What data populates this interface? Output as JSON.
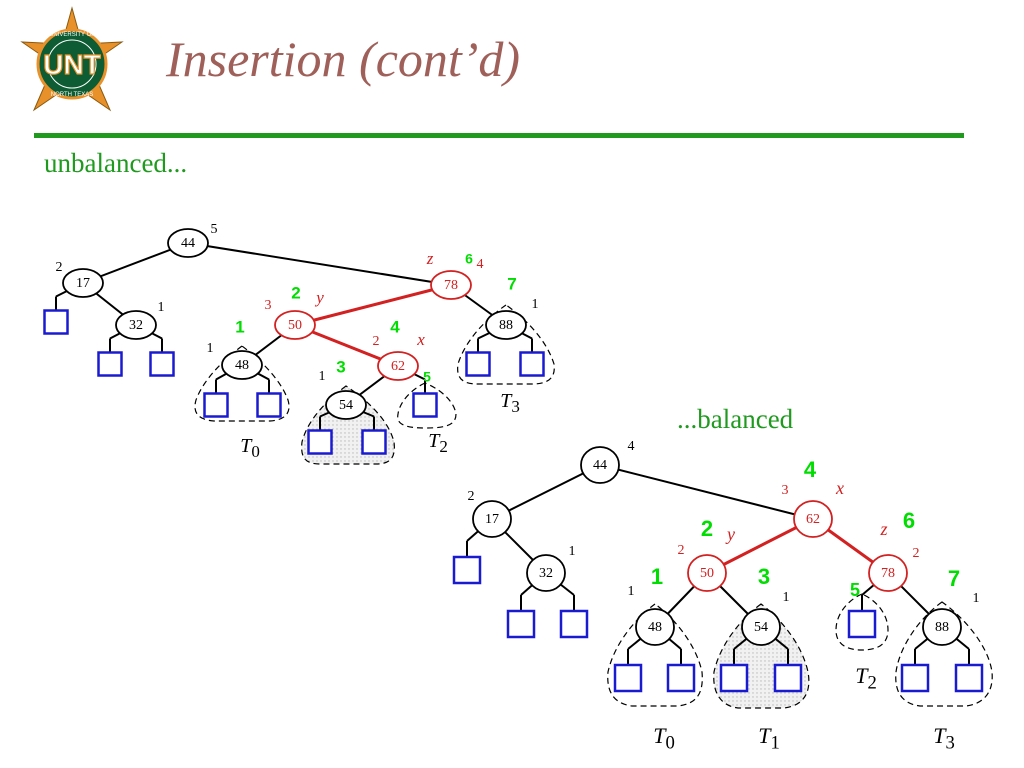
{
  "slide": {
    "title": "Insertion (cont’d)",
    "logo_text": "UNT",
    "ring_text_top": "UNIVERSITY OF",
    "ring_text_bottom": "NORTH TEXAS",
    "caption_unbalanced": "unbalanced...",
    "caption_balanced": "...balanced"
  },
  "colors": {
    "title": "#a0605a",
    "rule": "#1f9a1f",
    "caption": "#1f9a1f",
    "highlight": "#d32020",
    "green_number": "#00dd00",
    "external_node": "#1a1ad0",
    "logo_green": "#0d5c33",
    "logo_orange": "#e8912a"
  },
  "diagrams": {
    "unbalanced": {
      "nodes": [
        {
          "id": "n44",
          "key": "44",
          "height": "5"
        },
        {
          "id": "n17",
          "key": "17",
          "height": "2"
        },
        {
          "id": "n78",
          "key": "78",
          "height": "4",
          "highlight": true,
          "var": "z",
          "order": "6"
        },
        {
          "id": "n32",
          "key": "32",
          "height": "1"
        },
        {
          "id": "n50",
          "key": "50",
          "height": "3",
          "highlight": true,
          "var": "y",
          "order": "2"
        },
        {
          "id": "n88",
          "key": "88",
          "height": "1",
          "order": "7"
        },
        {
          "id": "n48",
          "key": "48",
          "height": "1",
          "order": "1"
        },
        {
          "id": "n62",
          "key": "62",
          "height": "2",
          "highlight": true,
          "var": "x",
          "order": "4"
        },
        {
          "id": "n54",
          "key": "54",
          "height": "1",
          "order": "3"
        }
      ],
      "edges": [
        [
          "n44",
          "n17"
        ],
        [
          "n44",
          "n78"
        ],
        [
          "n17",
          "n32"
        ],
        [
          "n78",
          "n50"
        ],
        [
          "n78",
          "n88"
        ],
        [
          "n50",
          "n48"
        ],
        [
          "n50",
          "n62"
        ],
        [
          "n62",
          "n54"
        ]
      ],
      "extra_order": [
        "5"
      ],
      "subtree_labels": [
        {
          "name": "T",
          "sub": "0"
        },
        {
          "name": "T",
          "sub": "2"
        },
        {
          "name": "T",
          "sub": "3"
        }
      ]
    },
    "balanced": {
      "nodes": [
        {
          "id": "n44",
          "key": "44",
          "height": "4"
        },
        {
          "id": "n17",
          "key": "17",
          "height": "2"
        },
        {
          "id": "n62",
          "key": "62",
          "height": "3",
          "highlight": true,
          "var": "x",
          "order": "4"
        },
        {
          "id": "n32",
          "key": "32",
          "height": "1"
        },
        {
          "id": "n50",
          "key": "50",
          "height": "2",
          "highlight": true,
          "var": "y",
          "order": "2"
        },
        {
          "id": "n78",
          "key": "78",
          "height": "2",
          "highlight": true,
          "var": "z",
          "order": "6"
        },
        {
          "id": "n48",
          "key": "48",
          "height": "1",
          "order": "1"
        },
        {
          "id": "n54",
          "key": "54",
          "height": "1",
          "order": "3"
        },
        {
          "id": "n88",
          "key": "88",
          "height": "1",
          "order": "7"
        }
      ],
      "edges": [
        [
          "n44",
          "n17"
        ],
        [
          "n44",
          "n62"
        ],
        [
          "n17",
          "n32"
        ],
        [
          "n62",
          "n50"
        ],
        [
          "n62",
          "n78"
        ],
        [
          "n50",
          "n48"
        ],
        [
          "n50",
          "n54"
        ],
        [
          "n78",
          "n88"
        ]
      ],
      "extra_order": [
        "5"
      ],
      "subtree_labels": [
        {
          "name": "T",
          "sub": "0"
        },
        {
          "name": "T",
          "sub": "1"
        },
        {
          "name": "T",
          "sub": "2"
        },
        {
          "name": "T",
          "sub": "3"
        }
      ]
    }
  }
}
